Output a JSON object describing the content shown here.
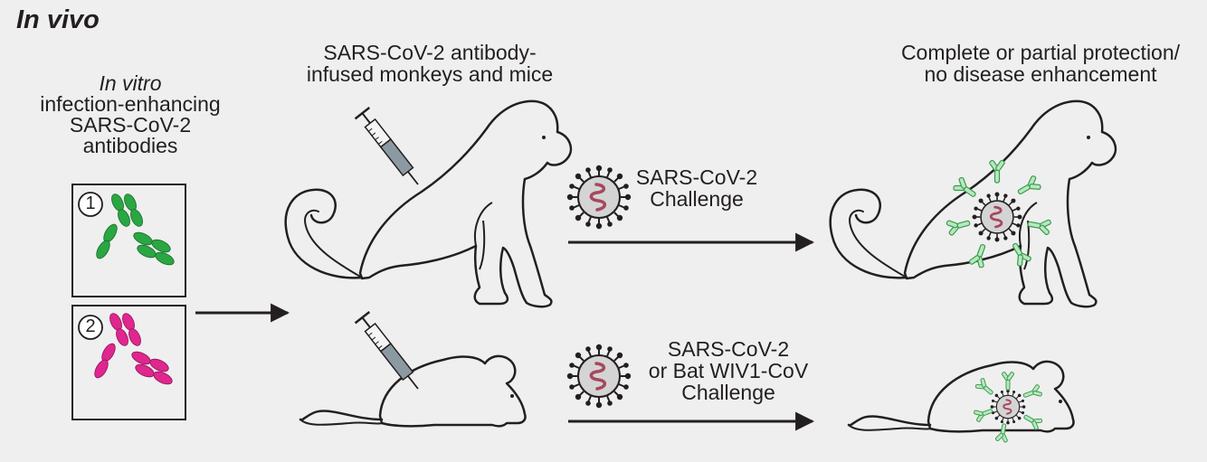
{
  "panel_title": "In vivo",
  "left_label": {
    "line1": "In vitro",
    "line2": "infection-enhancing",
    "line3": "SARS-CoV-2",
    "line4": "antibodies"
  },
  "antibody_boxes": [
    {
      "number": "1",
      "color": "#2aa642",
      "color_light": "#8fd79b"
    },
    {
      "number": "2",
      "color": "#e0268f",
      "color_light": "#f29ccb"
    }
  ],
  "center_label": {
    "line1": "SARS-CoV-2 antibody-",
    "line2": "infused monkeys and mice"
  },
  "challenge_top": {
    "line1": "SARS-CoV-2",
    "line2": "Challenge"
  },
  "challenge_bottom": {
    "line1": "SARS-CoV-2",
    "line2": "or Bat WIV1-CoV",
    "line3": "Challenge"
  },
  "right_label": {
    "line1": "Complete or partial protection/",
    "line2": "no disease enhancement"
  },
  "colors": {
    "background": "#efefef",
    "outline": "#231f20",
    "virus_fill": "#d4d4d4",
    "rna": "#a5485e",
    "syringe_barrel": "#8b9aa2",
    "protective_antibody": "#7fd18f"
  }
}
